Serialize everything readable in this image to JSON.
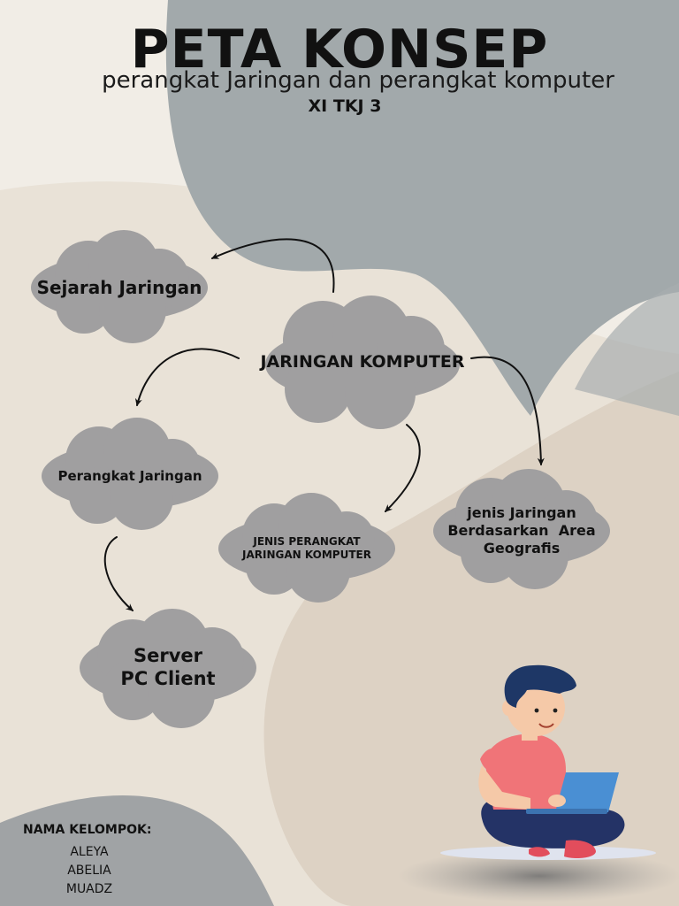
{
  "header": {
    "title": "PETA KONSEP",
    "subtitle": "perangkat Jaringan dan perangkat komputer",
    "class_label": "XI TKJ 3"
  },
  "nodes": {
    "sejarah": "Sejarah Jaringan",
    "jaringan_komputer": "JARINGAN KOMPUTER",
    "perangkat_jaringan": "Perangkat Jaringan",
    "jenis_perangkat_line1": "JENIS PERANGKAT",
    "jenis_perangkat_line2": "JARINGAN KOMPUTER",
    "jenis_jaringan_line1": "jenis Jaringan",
    "jenis_jaringan_line2": "Berdasarkan  Area",
    "jenis_jaringan_line3": "Geografis",
    "server_line1": "Server",
    "server_line2": "PC Client"
  },
  "group": {
    "title": "NAMA KELOMPOK:",
    "members": [
      "ALEYA",
      "ABELIA",
      "MUADZ"
    ]
  },
  "colors": {
    "cloud": "#a09fa0",
    "slate": "#a2a9ab",
    "beige": "#e9e2d7",
    "tan": "#ddd2c4"
  },
  "illustration": {
    "icon": "person-with-laptop-icon"
  }
}
